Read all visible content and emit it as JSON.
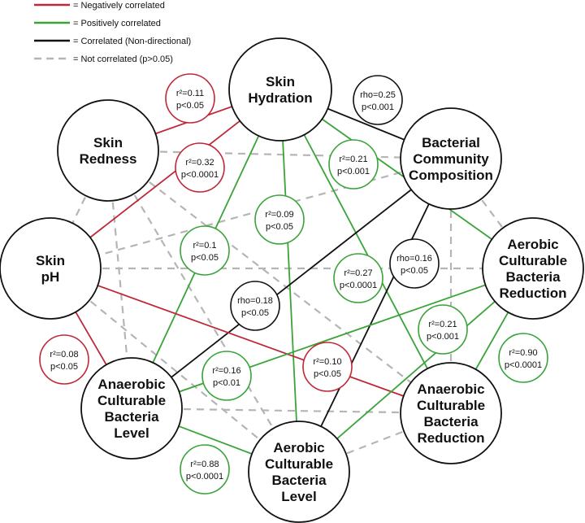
{
  "colors": {
    "negative": "#c0283a",
    "positive": "#3aa33a",
    "neutral": "#111111",
    "none": "#b5b5b5"
  },
  "legend": [
    {
      "type": "negative",
      "label": "= Negatively correlated"
    },
    {
      "type": "positive",
      "label": "= Positively correlated"
    },
    {
      "type": "neutral",
      "label": "= Correlated (Non-directional)"
    },
    {
      "type": "none",
      "label": "= Not correlated (p>0.05)"
    }
  ],
  "nodes": [
    {
      "id": "hydration",
      "lines": [
        "Skin",
        "Hydration"
      ]
    },
    {
      "id": "redness",
      "lines": [
        "Skin",
        "Redness"
      ]
    },
    {
      "id": "bcc",
      "lines": [
        "Bacterial",
        "Community",
        "Composition"
      ]
    },
    {
      "id": "ph",
      "lines": [
        "Skin",
        "pH"
      ]
    },
    {
      "id": "acbr",
      "lines": [
        "Aerobic",
        "Culturable",
        "Bacteria",
        "Reduction"
      ]
    },
    {
      "id": "ancbl",
      "lines": [
        "Anaerobic",
        "Culturable",
        "Bacteria",
        "Level"
      ]
    },
    {
      "id": "ancbr",
      "lines": [
        "Anaerobic",
        "Culturable",
        "Bacteria",
        "Reduction"
      ]
    },
    {
      "id": "acbl",
      "lines": [
        "Aerobic",
        "Culturable",
        "Bacteria",
        "Level"
      ]
    }
  ],
  "edges": [
    {
      "from": "hydration",
      "to": "redness",
      "type": "negative",
      "stat": "r²=0.11",
      "p": "p<0.05"
    },
    {
      "from": "hydration",
      "to": "bcc",
      "type": "neutral",
      "stat": "rho=0.25",
      "p": "p<0.001"
    },
    {
      "from": "hydration",
      "to": "ph",
      "type": "negative",
      "stat": "r²=0.32",
      "p": "p<0.0001"
    },
    {
      "from": "hydration",
      "to": "acbr",
      "type": "positive",
      "stat": "r²=0.21",
      "p": "p<0.001"
    },
    {
      "from": "hydration",
      "to": "acbl",
      "type": "positive",
      "stat": "r²=0.09",
      "p": "p<0.05"
    },
    {
      "from": "hydration",
      "to": "ancbl",
      "type": "positive",
      "stat": "r²=0.1",
      "p": "p<0.05"
    },
    {
      "from": "hydration",
      "to": "ancbr",
      "type": "positive",
      "stat": "r²=0.27",
      "p": "p<0.0001"
    },
    {
      "from": "bcc",
      "to": "ancbl",
      "type": "neutral",
      "stat": "rho=0.18",
      "p": "p<0.05"
    },
    {
      "from": "bcc",
      "to": "acbl",
      "type": "neutral",
      "stat": "rho=0.16",
      "p": "p<0.05"
    },
    {
      "from": "ph",
      "to": "ancbl",
      "type": "negative",
      "stat": "r²=0.08",
      "p": "p<0.05"
    },
    {
      "from": "ph",
      "to": "ancbr",
      "type": "negative",
      "stat": "r²=0.10",
      "p": "p<0.05"
    },
    {
      "from": "acbr",
      "to": "ancbl",
      "type": "positive",
      "stat": "r²=0.16",
      "p": "p<0.01"
    },
    {
      "from": "acbr",
      "to": "acbl",
      "type": "positive",
      "stat": "r²=0.21",
      "p": "p<0.001"
    },
    {
      "from": "acbr",
      "to": "ancbr",
      "type": "positive",
      "stat": "r²=0.90",
      "p": "p<0.0001"
    },
    {
      "from": "ancbl",
      "to": "acbl",
      "type": "positive",
      "stat": "r²=0.88",
      "p": "p<0.0001"
    }
  ],
  "uncorrelated": [
    [
      "redness",
      "bcc"
    ],
    [
      "redness",
      "ph"
    ],
    [
      "redness",
      "ancbl"
    ],
    [
      "redness",
      "ancbr"
    ],
    [
      "redness",
      "acbl"
    ],
    [
      "bcc",
      "ph"
    ],
    [
      "bcc",
      "acbr"
    ],
    [
      "bcc",
      "ancbr"
    ],
    [
      "ph",
      "acbr"
    ],
    [
      "ph",
      "acbl"
    ],
    [
      "ancbl",
      "ancbr"
    ],
    [
      "ancbr",
      "acbl"
    ]
  ]
}
